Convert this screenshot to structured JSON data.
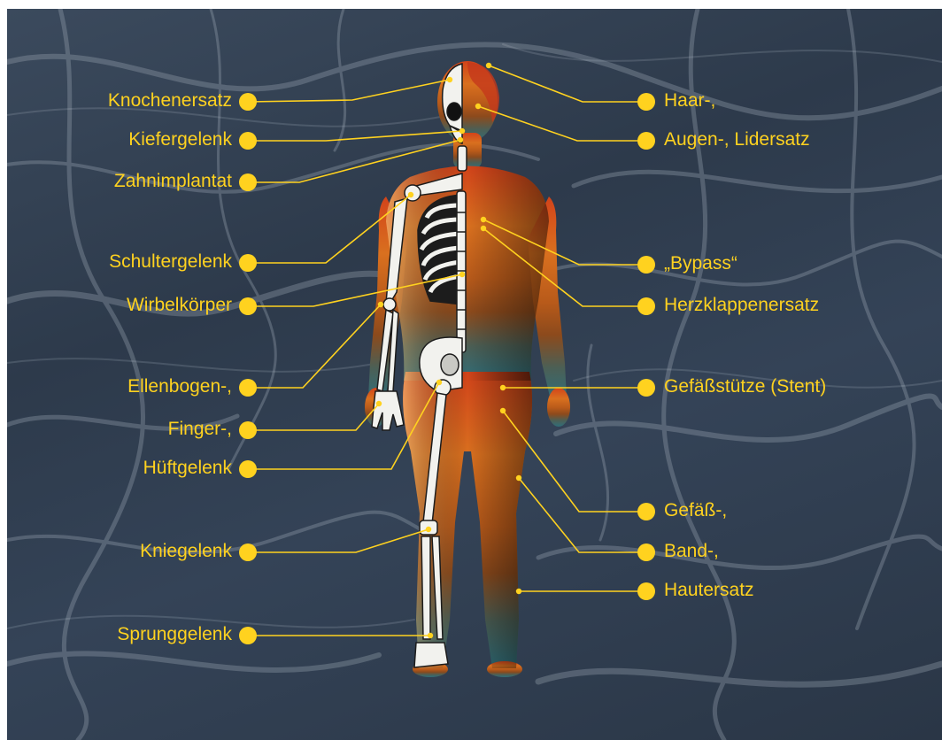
{
  "colors": {
    "label": "#ffd21f",
    "line": "#ffd21f",
    "background": "#33414f",
    "fiber": "#8b96a3"
  },
  "labels_left": [
    "Knochenersatz",
    "Kiefergelenk",
    "Zahnimplantat",
    "Schultergelenk",
    "Wirbelkörper",
    "Ellenbogen-,",
    "Finger-,",
    "Hüftgelenk",
    "Kniegelenk",
    "Sprunggelenk"
  ],
  "labels_right": [
    "Haar-,",
    "Augen-, Lidersatz",
    "„Bypass“",
    "Herzklappenersatz",
    "Gefäßstütze (Stent)",
    "Gefäß-,",
    "Band-,",
    "Hautersatz"
  ]
}
